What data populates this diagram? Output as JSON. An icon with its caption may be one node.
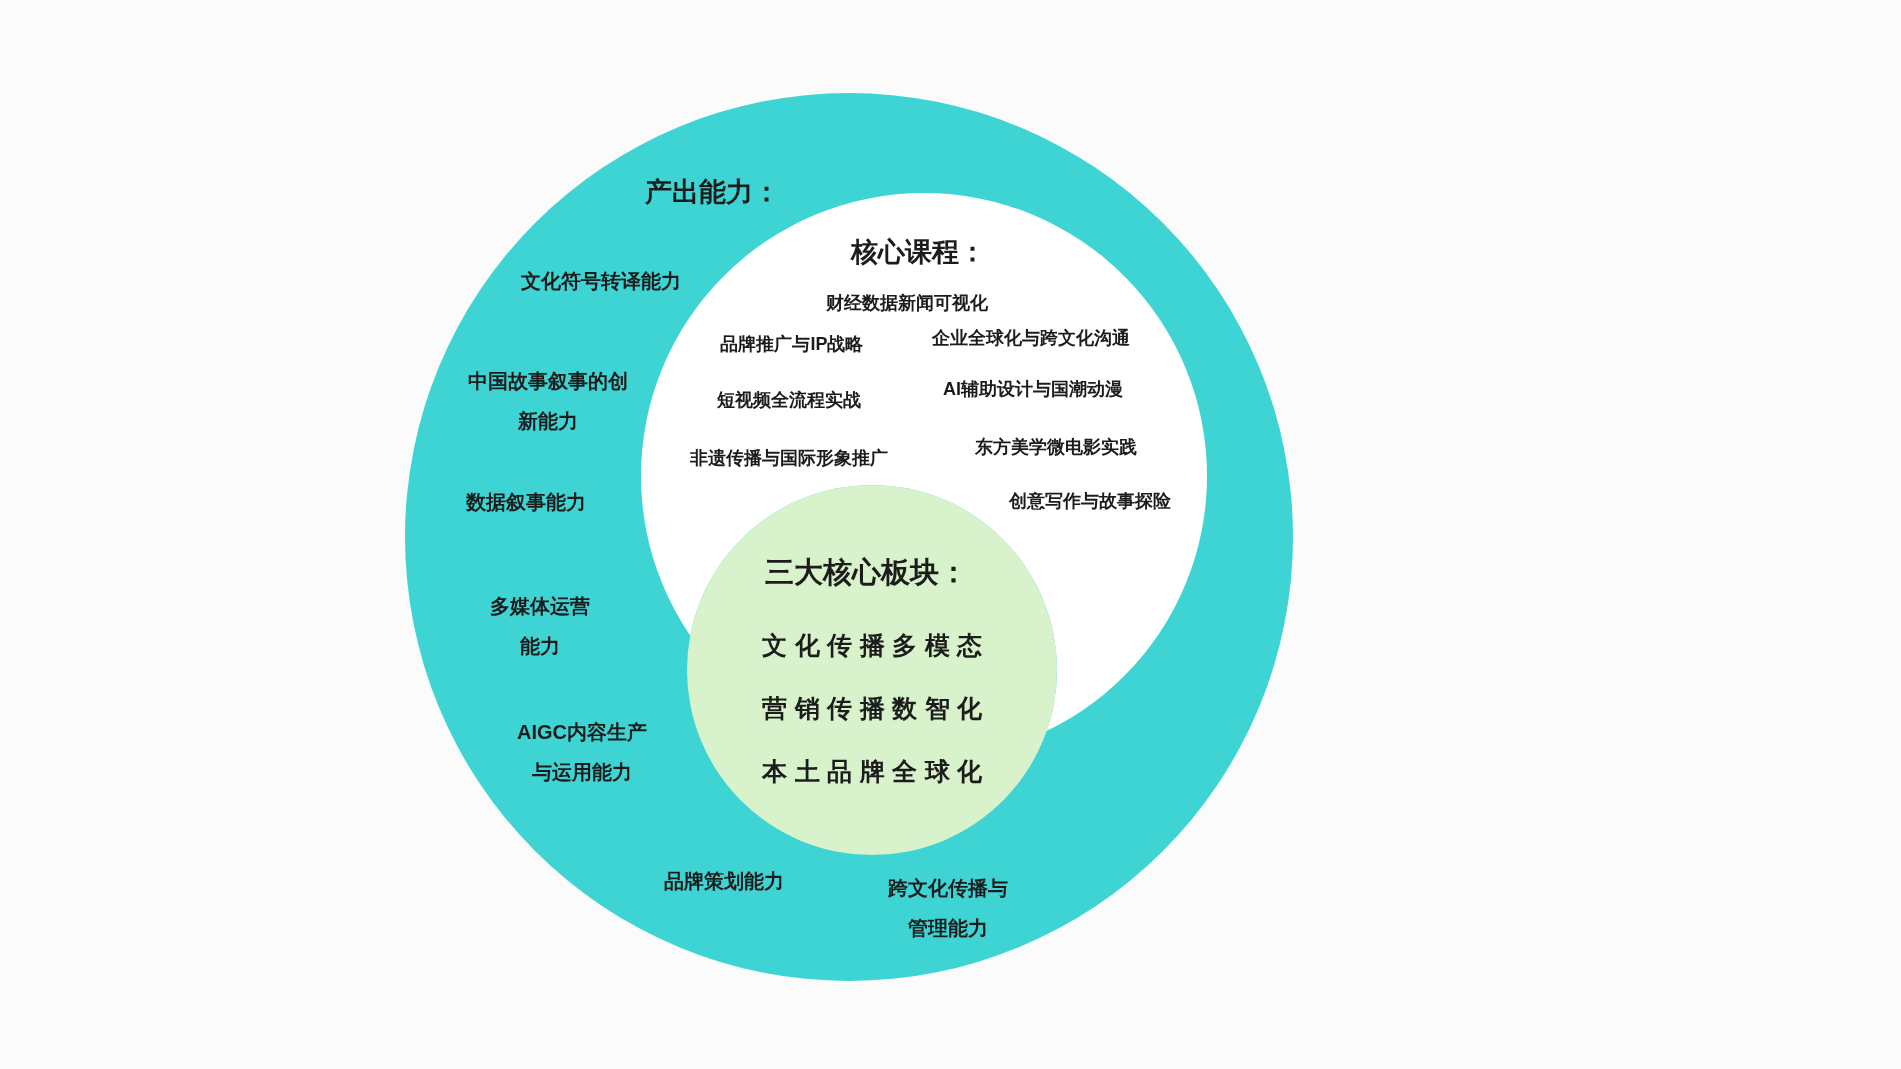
{
  "diagram": {
    "nodes": [
      {
        "text": [
          "产出能力：",
          "文化符号转译能力",
          "中国故事叙事的创新能力",
          "数据叙事能力",
          "多媒体运营能力",
          "AIGC内容生产与运用能力",
          "品牌策划能力",
          "跨文化传播与管理能力"
        ]
      },
      {
        "text": [
          "核心课程：",
          "财经数据新闻可视化",
          "品牌推广与IP战略",
          "企业全球化与跨文化沟通",
          "短视频全流程实战",
          "AI辅助设计与国潮动漫",
          "非遗传播与国际形象推广",
          "东方美学微电影实践",
          "创意写作与故事探险"
        ],
        "in": 0
      },
      {
        "text": [
          "三大核心板块：",
          "文化传播多模态",
          "营销传播数智化",
          "本土品牌全球化"
        ],
        "in": 0
      }
    ]
  }
}
